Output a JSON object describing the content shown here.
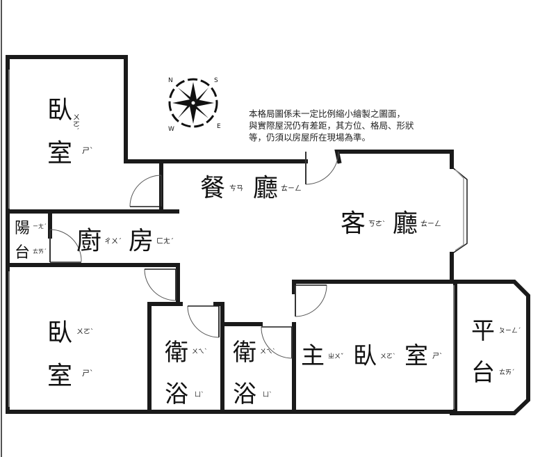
{
  "disclaimer": {
    "line1": "本格局圖係未一定比例縮小繪製之圖面，",
    "line2": "與實際屋況仍有差距，其方位、格局、形狀",
    "line3": "等，仍須以房屋所在現場為準。"
  },
  "compass": {
    "icon": "compass-rose-icon",
    "letters": [
      "N",
      "E",
      "S",
      "W"
    ]
  },
  "rooms": {
    "bedroom_top_left": {
      "c1": "臥",
      "z1": "ㄨㄛˋ",
      "c2": "室",
      "z2": "ㄕˋ"
    },
    "dining": {
      "c1": "餐",
      "z1": "ㄘㄢ",
      "c2": "廳",
      "z2": "ㄊㄧㄥ"
    },
    "living": {
      "c1": "客",
      "z1": "ㄎㄜˋ",
      "c2": "廳",
      "z2": "ㄊㄧㄥ"
    },
    "balcony": {
      "c1": "陽",
      "z1": "ㄧㄤˊ",
      "c2": "台",
      "z2": "ㄊㄞˊ"
    },
    "kitchen": {
      "c1": "廚",
      "z1": "ㄔㄨˊ",
      "c2": "房",
      "z2": "ㄈㄤˊ"
    },
    "bedroom_bottom_left": {
      "c1": "臥",
      "z1": "ㄨㄛˋ",
      "c2": "室",
      "z2": "ㄕˋ"
    },
    "bath1": {
      "c1": "衛",
      "z1": "ㄨㄟˋ",
      "c2": "浴",
      "z2": "ㄩˋ"
    },
    "bath2": {
      "c1": "衛",
      "z1": "ㄨㄟˋ",
      "c2": "浴",
      "z2": "ㄩˋ"
    },
    "master": {
      "c1": "主",
      "z1": "ㄓㄨˇ",
      "c2": "臥",
      "z2": "ㄨㄛˋ",
      "c3": "室",
      "z3": "ㄕˋ"
    },
    "platform": {
      "c1": "平",
      "z1": "ㄆㄧㄥˊ",
      "c2": "台",
      "z2": "ㄊㄞˊ"
    }
  }
}
